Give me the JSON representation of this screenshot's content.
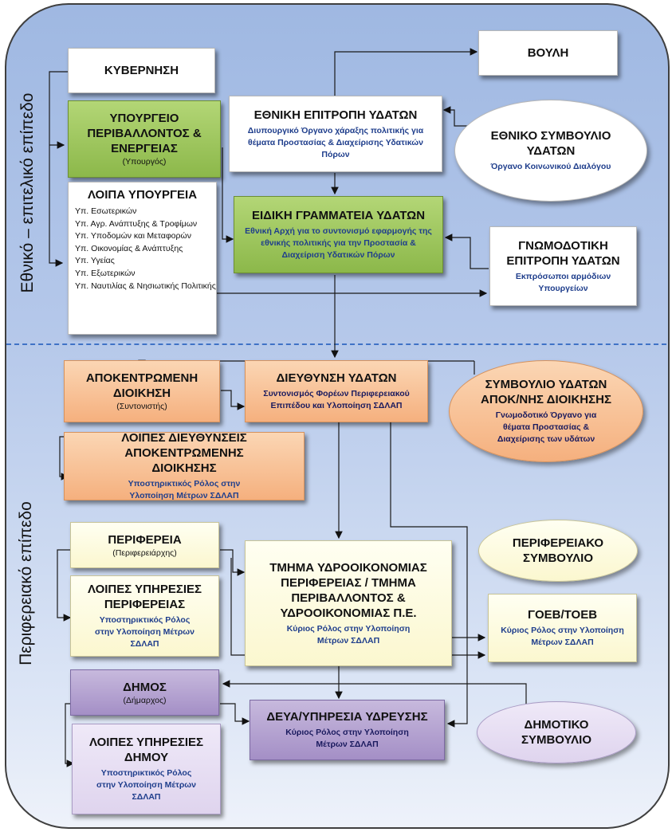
{
  "side_labels": {
    "national": "Εθνικό – επιτελικό επίπεδο",
    "regional": "Περιφερειακό επίπεδο"
  },
  "nodes": {
    "kyvernisi": {
      "title": "ΚΥΒΕΡΝΗΣΗ"
    },
    "vouli": {
      "title": "ΒΟΥΛΗ"
    },
    "ypourgeio": {
      "title": "ΥΠΟΥΡΓΕΙΟ ΠΕΡΙΒΑΛΛΟΝΤΟΣ & ΕΝΕΡΓΕΙΑΣ",
      "note": "(Υπουργός)"
    },
    "ethniki_epitropi": {
      "title": "ΕΘΝΙΚΗ ΕΠΙΤΡΟΠΗ ΥΔΑΤΩΝ",
      "subtitle": "Διυπουργικό Όργανο χάραξης πολιτικής για θέματα Προστασίας & Διαχείρισης Υδατικών Πόρων"
    },
    "ethniko_symvoulio": {
      "title": "ΕΘΝΙΚΟ ΣΥΜΒΟΥΛΙΟ ΥΔΑΤΩΝ",
      "subtitle": "Όργανο Κοινωνικού Διαλόγου"
    },
    "loipa_ypourgeia": {
      "title": "ΛΟΙΠΑ ΥΠΟΥΡΓΕΙΑ",
      "items": [
        "Υπ. Εσωτερικών",
        "Υπ. Αγρ. Ανάπτυξης & Τροφίμων",
        "Υπ. Υποδομών και Μεταφορών",
        "Υπ. Οικονομίας & Ανάπτυξης",
        "Υπ. Υγείας",
        "Υπ. Εξωτερικών",
        "Υπ. Ναυτιλίας & Νησιωτικής Πολιτικής"
      ]
    },
    "eidiki_grammateia": {
      "title": "ΕΙΔΙΚΗ ΓΡΑΜΜΑΤΕΙΑ ΥΔΑΤΩΝ",
      "subtitle": "Εθνική Αρχή για το συντονισμό εφαρμογής της εθνικής πολιτικής για την Προστασία & Διαχείριση Υδατικών Πόρων"
    },
    "gnomodotiki": {
      "title": "ΓΝΩΜΟΔΟΤΙΚΗ ΕΠΙΤΡΟΠΗ ΥΔΑΤΩΝ",
      "subtitle": "Εκπρόσωποι αρμόδιων Υπουργείων"
    },
    "apokentromeni": {
      "title": "ΑΠΟΚΕΝΤΡΩΜΕΝΗ ΔΙΟΙΚΗΣΗ",
      "note": "(Συντονιστής)"
    },
    "dieythynsi": {
      "title": "ΔΙΕΥΘΥΝΣΗ ΥΔΑΤΩΝ",
      "subtitle": "Συντονισμός Φορέων Περιφερειακού Επιπέδου και Υλοποίηση ΣΔΛΑΠ"
    },
    "symvoulio_apok": {
      "title": "ΣΥΜΒΟΥΛΙΟ ΥΔΑΤΩΝ ΑΠΟΚ/ΝΗΣ ΔΙΟΙΚΗΣΗΣ",
      "subtitle": "Γνωμοδοτικό Όργανο για θέματα Προστασίας & Διαχείρισης των υδάτων"
    },
    "loipes_dieythynseis": {
      "title": "ΛΟΙΠΕΣ ΔΙΕΥΘΥΝΣΕΙΣ ΑΠΟΚΕΝΤΡΩΜΕΝΗΣ ΔΙΟΙΚΗΣΗΣ",
      "subtitle": "Υποστηρικτικός Ρόλος στην Υλοποίηση Μέτρων ΣΔΛΑΠ"
    },
    "perifereia": {
      "title": "ΠΕΡΙΦΕΡΕΙΑ",
      "note": "(Περιφερειάρχης)"
    },
    "tmima": {
      "title": "ΤΜΗΜΑ ΥΔΡΟΟΙΚΟΝΟΜΙΑΣ ΠΕΡΙΦΕΡΕΙΑΣ / ΤΜΗΜΑ ΠΕΡΙΒΑΛΛΟΝΤΟΣ & ΥΔΡΟΟΙΚΟΝΟΜΙΑΣ Π.Ε.",
      "subtitle": "Κύριος Ρόλος στην Υλοποίηση Μέτρων ΣΔΛΑΠ"
    },
    "perifereiako_symvoulio": {
      "title": "ΠΕΡΙΦΕΡΕΙΑΚΟ ΣΥΜΒΟΥΛΙΟ"
    },
    "loipes_perifereias": {
      "title": "ΛΟΙΠΕΣ ΥΠΗΡΕΣΙΕΣ ΠΕΡΙΦΕΡΕΙΑΣ",
      "subtitle": "Υποστηρικτικός Ρόλος στην Υλοποίηση Μέτρων ΣΔΛΑΠ"
    },
    "goeb": {
      "title": "ΓΟΕΒ/ΤΟΕΒ",
      "subtitle": "Κύριος Ρόλος στην Υλοποίηση Μέτρων ΣΔΛΑΠ"
    },
    "dimos": {
      "title": "ΔΗΜΟΣ",
      "note": "(Δήμαρχος)"
    },
    "deya": {
      "title": "ΔΕΥΑ/ΥΠΗΡΕΣΙΑ ΥΔΡΕΥΣΗΣ",
      "subtitle": "Κύριος Ρόλος στην Υλοποίηση Μέτρων ΣΔΛΑΠ"
    },
    "dimotiko": {
      "title": "ΔΗΜΟΤΙΚΟ ΣΥΜΒΟΥΛΙΟ"
    },
    "loipes_dimou": {
      "title": "ΛΟΙΠΕΣ ΥΠΗΡΕΣΙΕΣ ΔΗΜΟΥ",
      "subtitle": "Υποστηρικτικός Ρόλος στην Υλοποίηση Μέτρων ΣΔΛΑΠ"
    }
  }
}
